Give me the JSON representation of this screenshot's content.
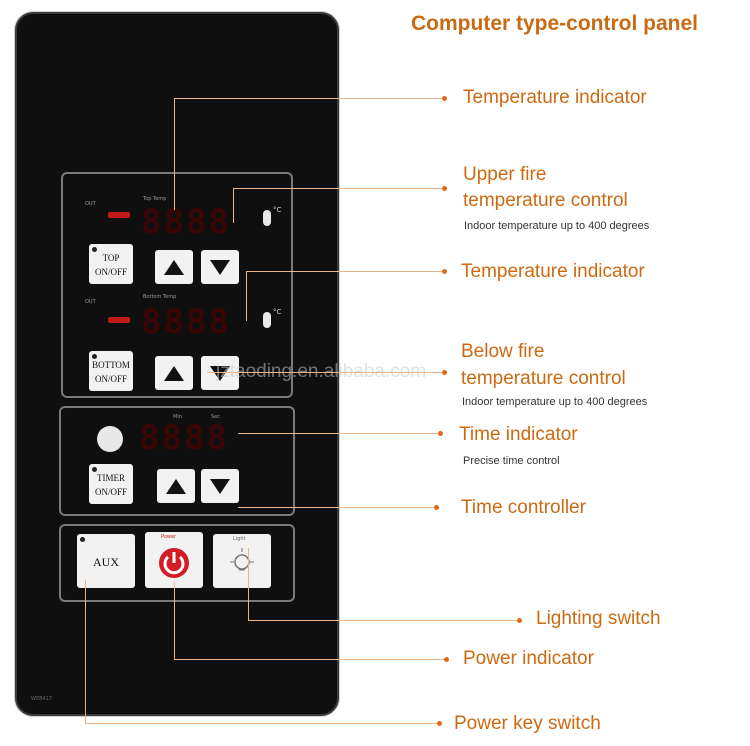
{
  "header": {
    "title": "Computer type-control panel"
  },
  "watermark": "jztaoding.en.alibaba.com",
  "panel": {
    "top_display": {
      "out_label": "OUT",
      "name_label": "Top Temp",
      "digits": "8888",
      "unit": "°C"
    },
    "bottom_display": {
      "out_label": "OUT",
      "name_label": "Bottom Temp",
      "digits": "8888",
      "unit": "°C"
    },
    "time_display": {
      "min_label": "Min",
      "sec_label": "Sec",
      "digits": "8888"
    },
    "top_button": {
      "line1": "TOP",
      "line2": "ON/OFF"
    },
    "bottom_button": {
      "line1": "BOTTOM",
      "line2": "ON/OFF"
    },
    "timer_button": {
      "line1": "TIMER",
      "line2": "ON/OFF"
    },
    "aux_button": {
      "label": "AUX"
    },
    "power_button": {
      "caption": "Power"
    },
    "light_button": {
      "caption": "Light"
    },
    "model_text": "WEB417"
  },
  "callouts": {
    "temperature_indicator_1": "Temperature indicator",
    "upper_fire_line1": "Upper fire",
    "upper_fire_line2": "temperature control",
    "upper_fire_sub": "Indoor temperature up to 400 degrees",
    "temperature_indicator_2": "Temperature indicator",
    "below_fire_line1": "Below fire",
    "below_fire_line2": "temperature control",
    "below_fire_sub": "Indoor temperature up to 400 degrees",
    "time_indicator": "Time indicator",
    "time_indicator_sub": "Precise time control",
    "time_controller": "Time controller",
    "lighting_switch": "Lighting switch",
    "power_indicator": "Power indicator",
    "power_key_switch": "Power key switch"
  },
  "colors": {
    "label_orange": "#cc6a12",
    "leader": "#e8b48a",
    "power_red": "#d31c25",
    "panel_black": "#0f0f0f"
  },
  "icons": [
    "up-arrow-icon",
    "down-arrow-icon",
    "thermometer-icon",
    "power-icon",
    "light-bulb-icon",
    "timer-knob-icon"
  ]
}
